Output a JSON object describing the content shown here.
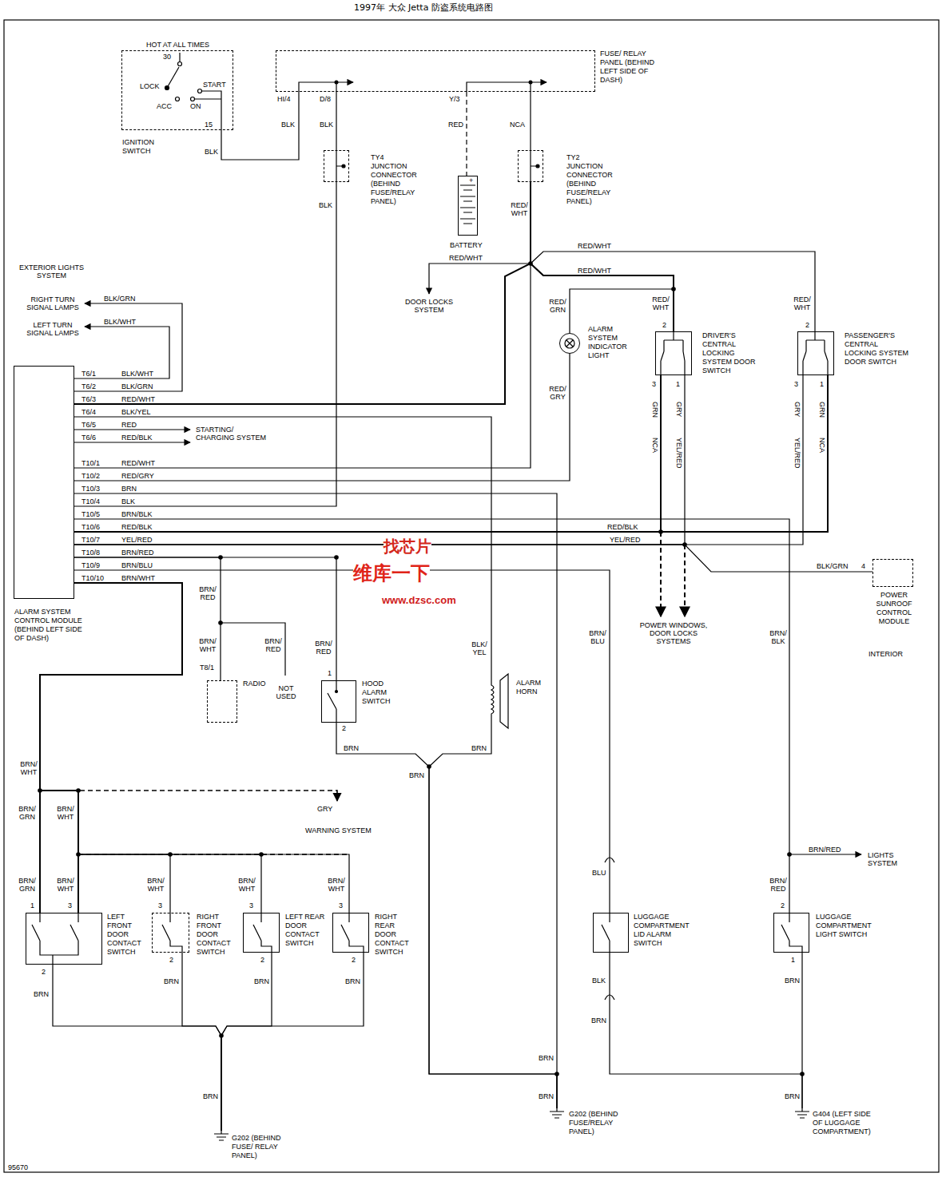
{
  "diagram": {
    "title": "1997年 大众 Jetta 防盗系统电路图",
    "nodes": [
      {
        "text": [
          "IGNITION SWITCH"
        ]
      },
      {
        "text": [
          "FUSE/ RELAY PANEL (BEHIND LEFT SIDE OF DASH)"
        ]
      },
      {
        "text": [
          "TY4 JUNCTION CONNECTOR (BEHIND FUSE/RELAY PANEL)"
        ]
      },
      {
        "text": [
          "TY2 JUNCTION CONNECTOR (BEHIND FUSE/RELAY PANEL)"
        ]
      },
      {
        "text": [
          "BATTERY"
        ]
      },
      {
        "text": [
          "ALARM SYSTEM INDICATOR LIGHT"
        ]
      },
      {
        "text": [
          "DRIVER'S CENTRAL LOCKING SYSTEM DOOR SWITCH"
        ]
      },
      {
        "text": [
          "PASSENGER'S CENTRAL LOCKING SYSTEM DOOR SWITCH"
        ]
      },
      {
        "text": [
          "ALARM SYSTEM CONTROL MODULE (BEHIND LEFT SIDE OF DASH)"
        ]
      },
      {
        "text": [
          "POWER SUNROOF CONTROL MODULE"
        ]
      },
      {
        "text": [
          "RADIO"
        ]
      },
      {
        "text": [
          "HOOD ALARM SWITCH"
        ]
      },
      {
        "text": [
          "ALARM HORN"
        ]
      },
      {
        "text": [
          "LEFT FRONT DOOR CONTACT SWITCH"
        ]
      },
      {
        "text": [
          "RIGHT FRONT DOOR CONTACT SWITCH"
        ]
      },
      {
        "text": [
          "LEFT REAR DOOR CONTACT SWITCH"
        ]
      },
      {
        "text": [
          "RIGHT REAR DOOR CONTACT SWITCH"
        ]
      },
      {
        "text": [
          "LUGGAGE COMPARTMENT LID ALARM SWITCH"
        ]
      },
      {
        "text": [
          "LUGGAGE COMPARTMENT LIGHT SWITCH"
        ]
      },
      {
        "text": [
          "G202 (BEHIND FUSE/ RELAY PANEL)"
        ]
      },
      {
        "text": [
          "G202 (BEHIND FUSE/RELAY PANEL)"
        ]
      },
      {
        "text": [
          "G404 (LEFT SIDE OF LUGGAGE COMPARTMENT)"
        ]
      }
    ],
    "edges": [
      {
        "from": 0,
        "to": 1,
        "arrow": "none"
      },
      {
        "from": 1,
        "to": 2,
        "arrow": "none"
      },
      {
        "from": 1,
        "to": 4,
        "arrow": "none"
      },
      {
        "from": 1,
        "to": 3,
        "arrow": "none"
      },
      {
        "from": 2,
        "to": 8,
        "arrow": "none"
      },
      {
        "from": 3,
        "to": 8,
        "arrow": "none"
      },
      {
        "from": 3,
        "to": 8,
        "arrow": "none"
      },
      {
        "from": 3,
        "to": 5,
        "arrow": "none"
      },
      {
        "from": 3,
        "to": 6,
        "arrow": "none"
      },
      {
        "from": 3,
        "to": 7,
        "arrow": "none"
      },
      {
        "from": 5,
        "to": 8,
        "arrow": "none"
      },
      {
        "from": 8,
        "to": 6,
        "arrow": "none"
      },
      {
        "from": 8,
        "to": 7,
        "arrow": "none"
      },
      {
        "from": 8,
        "to": 6,
        "arrow": "none"
      },
      {
        "from": 8,
        "to": 7,
        "arrow": "none"
      },
      {
        "from": 8,
        "to": 9,
        "arrow": "none"
      },
      {
        "from": 8,
        "to": 10,
        "arrow": "none"
      },
      {
        "from": 8,
        "to": 11,
        "arrow": "none"
      },
      {
        "from": 8,
        "to": 12,
        "arrow": "none"
      },
      {
        "from": 8,
        "to": 20,
        "arrow": "none"
      },
      {
        "from": 11,
        "to": 20,
        "arrow": "none"
      },
      {
        "from": 12,
        "to": 20,
        "arrow": "none"
      },
      {
        "from": 8,
        "to": 13,
        "arrow": "none"
      },
      {
        "from": 8,
        "to": 13,
        "arrow": "none"
      },
      {
        "from": 8,
        "to": 14,
        "arrow": "none"
      },
      {
        "from": 8,
        "to": 15,
        "arrow": "none"
      },
      {
        "from": 8,
        "to": 16,
        "arrow": "none"
      },
      {
        "from": 13,
        "to": 19,
        "arrow": "none"
      },
      {
        "from": 14,
        "to": 19,
        "arrow": "none"
      },
      {
        "from": 15,
        "to": 19,
        "arrow": "none"
      },
      {
        "from": 16,
        "to": 19,
        "arrow": "none"
      },
      {
        "from": 8,
        "to": 17,
        "arrow": "none"
      },
      {
        "from": 17,
        "to": 21,
        "arrow": "none"
      },
      {
        "from": 8,
        "to": 18,
        "arrow": "none"
      },
      {
        "from": 18,
        "to": 21,
        "arrow": "none"
      }
    ],
    "labels": [
      "HOT AT ALL TIMES",
      "30",
      "LOCK",
      "ACC",
      "START",
      "ON",
      "15",
      "BLK",
      "HI/4",
      "D/8",
      "Y/3",
      "BLK",
      "BLK",
      "RED",
      "NCA",
      "BLK",
      "RED/ WHT",
      "RED/WHT",
      "DOOR LOCKS SYSTEM",
      "RED/WHT",
      "RED/WHT",
      "RED/ GRN",
      "RED/ WHT",
      "RED/ WHT",
      "2",
      "3",
      "1",
      "2",
      "3",
      "1",
      "RED/ GRY",
      "GRN",
      "GRY",
      "NCA",
      "YEL/RED",
      "GRY",
      "GRN",
      "YEL/RED",
      "NCA",
      "EXTERIOR LIGHTS SYSTEM",
      "RIGHT TURN SIGNAL LAMPS",
      "LEFT TURN SIGNAL LAMPS",
      "BLK/GRN",
      "BLK/WHT",
      "T6/1",
      "T6/2",
      "T6/3",
      "T6/4",
      "T6/5",
      "T6/6",
      "T10/1",
      "T10/2",
      "T10/3",
      "T10/4",
      "T10/5",
      "T10/6",
      "T10/7",
      "T10/8",
      "T10/9",
      "T10/10",
      "BLK/WHT",
      "BLK/GRN",
      "RED/WHT",
      "BLK/YEL",
      "RED",
      "RED/BLK",
      "RED/WHT",
      "RED/GRY",
      "BRN",
      "BLK",
      "BRN/BLK",
      "RED/BLK",
      "YEL/RED",
      "BRN/RED",
      "BRN/BLU",
      "BRN/WHT",
      "STARTING/ CHARGING SYSTEM",
      "RED/BLK",
      "YEL/RED",
      "BLK/GRN",
      "4",
      "POWER WINDOWS, DOOR LOCKS SYSTEMS",
      "INTERIOR",
      "BRN/ RED",
      "BRN/ WHT",
      "BRN/ RED",
      "T8/1",
      "NOT USED",
      "BRN/ RED",
      "1",
      "2",
      "BLK/ YEL",
      "BRN",
      "BRN",
      "BRN",
      "BRN/ BLU",
      "BRN/ BLK",
      "BRN/ WHT",
      "BRN/ GRN",
      "BRN/ WHT",
      "GRY",
      "WARNING SYSTEM",
      "BRN/RED",
      "LIGHTS SYSTEM",
      "BRN/ GRN",
      "BRN/ WHT",
      "BRN/ WHT",
      "BRN/ WHT",
      "BRN/ WHT",
      "BLU",
      "BRN/ RED",
      "1",
      "3",
      "2",
      "3",
      "2",
      "3",
      "2",
      "3",
      "2",
      "2",
      "1",
      "BRN",
      "BRN",
      "BRN",
      "BRN",
      "BLK",
      "BRN",
      "BRN",
      "BRN",
      "BRN",
      "BRN",
      "BRN",
      "95670",
      "+",
      "找芯片",
      "维库一下",
      "www.dzsc.com"
    ]
  }
}
